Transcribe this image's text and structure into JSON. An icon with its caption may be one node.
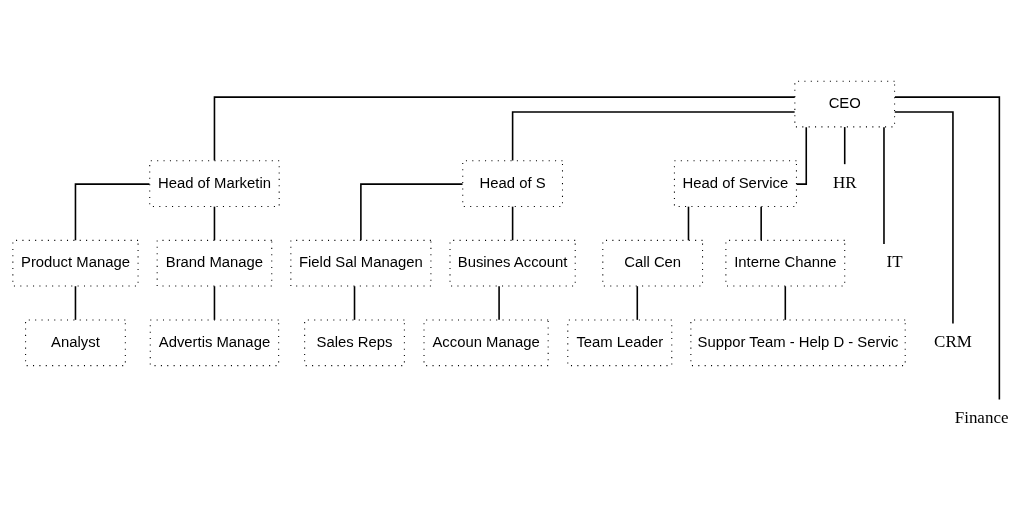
{
  "diagram": {
    "nodes": [
      {
        "text": [
          "CEO"
        ]
      },
      {
        "text": [
          "Head of Marketin"
        ]
      },
      {
        "text": [
          "Head of S"
        ]
      },
      {
        "text": [
          "Head of Service"
        ]
      },
      {
        "text": [
          "Product Manage"
        ]
      },
      {
        "text": [
          "Brand Manage"
        ]
      },
      {
        "text": [
          "Field Sal Managen"
        ]
      },
      {
        "text": [
          "Busines Account"
        ]
      },
      {
        "text": [
          "Call Cen"
        ]
      },
      {
        "text": [
          "Interne Channe"
        ]
      },
      {
        "text": [
          "Analyst"
        ]
      },
      {
        "text": [
          "Advertis Manage"
        ]
      },
      {
        "text": [
          "Sales Reps"
        ]
      },
      {
        "text": [
          "Accoun Manage"
        ]
      },
      {
        "text": [
          "Team Leader"
        ]
      },
      {
        "text": [
          "Suppor Team - Help D - Servic"
        ]
      },
      {
        "text": [
          "HR"
        ]
      },
      {
        "text": [
          "IT"
        ]
      },
      {
        "text": [
          "CRM"
        ]
      },
      {
        "text": [
          "Finance"
        ]
      }
    ],
    "edges": [
      {
        "from": 0,
        "to": 1,
        "arrow": "none"
      },
      {
        "from": 0,
        "to": 2,
        "arrow": "none"
      },
      {
        "from": 0,
        "to": 3,
        "arrow": "none"
      },
      {
        "from": 1,
        "to": 4,
        "arrow": "none"
      },
      {
        "from": 1,
        "to": 5,
        "arrow": "none"
      },
      {
        "from": 2,
        "to": 6,
        "arrow": "none"
      },
      {
        "from": 2,
        "to": 7,
        "arrow": "none"
      },
      {
        "from": 3,
        "to": 8,
        "arrow": "none"
      },
      {
        "from": 3,
        "to": 9,
        "arrow": "none"
      },
      {
        "from": 4,
        "to": 10,
        "arrow": "none"
      },
      {
        "from": 5,
        "to": 11,
        "arrow": "none"
      },
      {
        "from": 6,
        "to": 12,
        "arrow": "none"
      },
      {
        "from": 7,
        "to": 13,
        "arrow": "none"
      },
      {
        "from": 8,
        "to": 14,
        "arrow": "none"
      },
      {
        "from": 9,
        "to": 15,
        "arrow": "none"
      },
      {
        "from": 0,
        "to": 16,
        "arrow": "none"
      },
      {
        "from": 0,
        "to": 17,
        "arrow": "none"
      },
      {
        "from": 0,
        "to": 18,
        "arrow": "none"
      },
      {
        "from": 0,
        "to": 19,
        "arrow": "none"
      }
    ]
  }
}
